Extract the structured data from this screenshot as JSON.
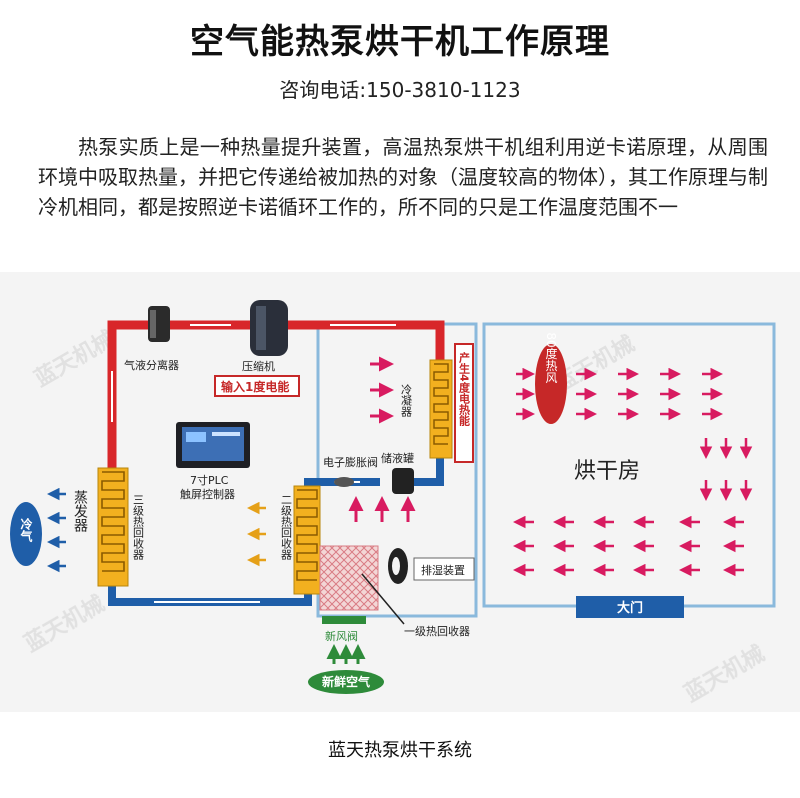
{
  "title": "空气能热泵烘干机工作原理",
  "phone": "咨询电话:150-3810-1123",
  "intro": "热泵实质上是一种热量提升装置，高温热泵烘干机组利用逆卡诺原理，从周围环境中吸取热量，并把它传递给被加热的对象（温度较高的物体），其工作原理与制冷机相同，都是按照逆卡诺循环工作的，所不同的只是工作温度范围不一",
  "diagram": {
    "watermark": "蓝天机械",
    "labels": {
      "separator": "气液分离器",
      "compressor": "压缩机",
      "power_input": "输入1度电能",
      "controller_line1": "7寸PLC",
      "controller_line2": "触屏控制器",
      "condenser": "冷凝器",
      "heat_output": "产生4度电热能",
      "receiver": "储液罐",
      "expansion_valve": "电子膨胀阀",
      "hot_air": "80度热风",
      "drying_room": "烘干房",
      "evaporator": "蒸发器",
      "cold_air": "冷气",
      "recovery3": "三级热回收器",
      "recovery2": "二级热回收器",
      "dehumidifier": "排湿装置",
      "big_door": "大门",
      "recovery1": "一级热回收器",
      "fresh_valve": "新风阀",
      "fresh_air": "新鲜空气"
    },
    "colors": {
      "hot_pipe": "#d8262a",
      "cold_pipe": "#1f5ea8",
      "duct": "#8ab9dc",
      "coil": "#f2b01f",
      "arrow_pink": "#d81b60",
      "arrow_yellow": "#e5a018",
      "arrow_blue": "#1f5ea8",
      "green": "#2e8b3a"
    }
  },
  "caption": "蓝天热泵烘干系统"
}
